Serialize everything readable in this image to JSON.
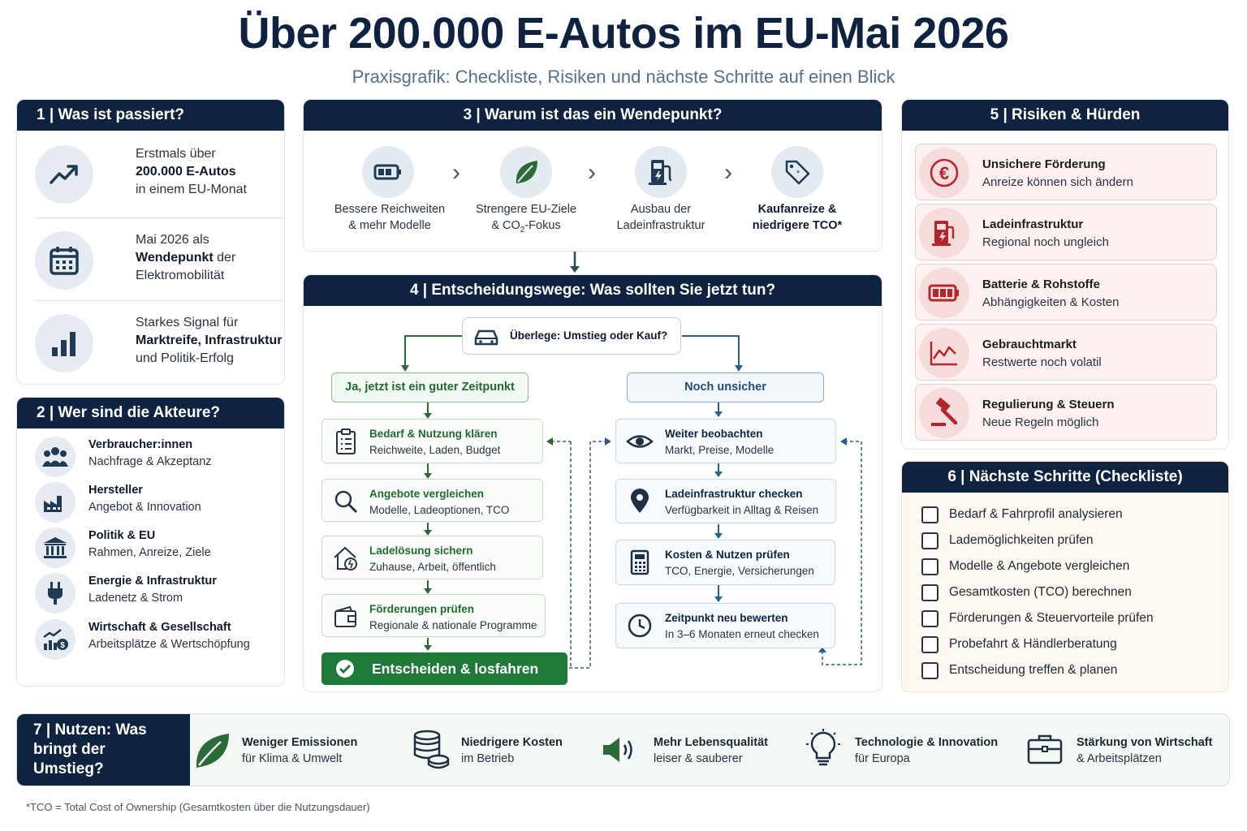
{
  "title": "Über 200.000 E-Autos im EU-Mai 2026",
  "subtitle": "Praxisgrafik: Checkliste, Risiken und nächste Schritte auf einen Blick",
  "colors": {
    "navy": "#0f2340",
    "green": "#1f6b2e",
    "red": "#b3262e",
    "blue": "#2b5f8f"
  },
  "section1": {
    "header": "1 | Was ist passiert?",
    "items": [
      {
        "icon": "trend-up-icon",
        "pre": "Erstmals über",
        "bold": "200.000 E-Autos",
        "post": "in einem EU-Monat"
      },
      {
        "icon": "calendar-icon",
        "pre": "Mai 2026 als",
        "bold": "Wendepunkt",
        "post_inline": " der",
        "post": "Elektromobilität"
      },
      {
        "icon": "bar-chart-icon",
        "pre": "Starkes Signal für",
        "bold": "Marktreife, Infrastruktur",
        "post": "und Politik-Erfolg"
      }
    ]
  },
  "section2": {
    "header": "2 | Wer sind die Akteure?",
    "items": [
      {
        "icon": "people-icon",
        "title": "Verbraucher:innen",
        "sub": "Nachfrage & Akzeptanz"
      },
      {
        "icon": "factory-icon",
        "title": "Hersteller",
        "sub": "Angebot & Innovation"
      },
      {
        "icon": "government-icon",
        "title": "Politik & EU",
        "sub": "Rahmen, Anreize, Ziele"
      },
      {
        "icon": "plug-icon",
        "title": "Energie & Infrastruktur",
        "sub": "Ladenetz & Strom"
      },
      {
        "icon": "economy-icon",
        "title": "Wirtschaft & Gesellschaft",
        "sub": "Arbeitsplätze & Wertschöpfung"
      }
    ]
  },
  "section3": {
    "header": "3 | Warum ist das ein Wendepunkt?",
    "steps": [
      {
        "icon": "battery-icon",
        "line1": "Bessere Reichweiten",
        "line2": "& mehr Modelle"
      },
      {
        "icon": "leaf-icon",
        "line1": "Strengere EU-Ziele",
        "line2a": "& CO",
        "line2sub": "2",
        "line2b": "-Fokus"
      },
      {
        "icon": "charging-station-icon",
        "line1": "Ausbau der",
        "line2": "Ladeinfrastruktur"
      },
      {
        "icon": "price-tag-icon",
        "line1": "Kaufanreize &",
        "line2": "niedrigere TCO*"
      }
    ]
  },
  "section4": {
    "header": "4 | Entscheidungswege: Was sollten Sie jetzt tun?",
    "question": "Überlege: Umstieg oder Kauf?",
    "yes_label": "Ja, jetzt ist ein guter Zeitpunkt",
    "unsure_label": "Noch unsicher",
    "yes_steps": [
      {
        "icon": "clipboard-icon",
        "title": "Bedarf & Nutzung klären",
        "sub": "Reichweite, Laden, Budget"
      },
      {
        "icon": "magnifier-icon",
        "title": "Angebote vergleichen",
        "sub": "Modelle, Ladeoptionen, TCO"
      },
      {
        "icon": "home-charging-icon",
        "title": "Ladelösung sichern",
        "sub": "Zuhause, Arbeit, öffentlich"
      },
      {
        "icon": "wallet-icon",
        "title": "Förderungen prüfen",
        "sub": "Regionale & nationale Programme"
      }
    ],
    "final": "Entscheiden & losfahren",
    "unsure_steps": [
      {
        "icon": "eye-icon",
        "title": "Weiter beobachten",
        "sub": "Markt, Preise, Modelle"
      },
      {
        "icon": "location-pin-icon",
        "title": "Ladeinfrastruktur checken",
        "sub": "Verfügbarkeit in Alltag & Reisen"
      },
      {
        "icon": "calculator-icon",
        "title": "Kosten & Nutzen prüfen",
        "sub": "TCO, Energie, Versicherungen"
      },
      {
        "icon": "clock-icon",
        "title": "Zeitpunkt neu bewerten",
        "sub": "In 3–6 Monaten erneut checken"
      }
    ]
  },
  "section5": {
    "header": "5 | Risiken & Hürden",
    "items": [
      {
        "icon": "euro-icon",
        "title": "Unsichere Förderung",
        "sub": "Anreize können sich ändern"
      },
      {
        "icon": "fuel-pump-icon",
        "title": "Ladeinfrastruktur",
        "sub": "Regional noch ungleich"
      },
      {
        "icon": "battery-icon",
        "title": "Batterie & Rohstoffe",
        "sub": "Abhängigkeiten & Kosten"
      },
      {
        "icon": "line-chart-icon",
        "title": "Gebrauchtmarkt",
        "sub": "Restwerte noch volatil"
      },
      {
        "icon": "gavel-icon",
        "title": "Regulierung & Steuern",
        "sub": "Neue Regeln möglich"
      }
    ]
  },
  "section6": {
    "header": "6 | Nächste Schritte (Checkliste)",
    "items": [
      "Bedarf & Fahrprofil analysieren",
      "Lademöglichkeiten prüfen",
      "Modelle & Angebote vergleichen",
      "Gesamtkosten (TCO) berechnen",
      "Förderungen & Steuervorteile prüfen",
      "Probefahrt & Händlerberatung",
      "Entscheidung treffen & planen"
    ]
  },
  "section7": {
    "header": "7 | Nutzen: Was bringt der Umstieg?",
    "items": [
      {
        "icon": "leaf-icon",
        "title": "Weniger Emissionen",
        "sub": "für Klima & Umwelt"
      },
      {
        "icon": "coins-icon",
        "title": "Niedrigere Kosten",
        "sub": "im Betrieb"
      },
      {
        "icon": "speaker-icon",
        "title": "Mehr Lebensqualität",
        "sub": "leiser & sauberer"
      },
      {
        "icon": "lightbulb-icon",
        "title": "Technologie & Innovation",
        "sub": "für Europa"
      },
      {
        "icon": "briefcase-icon",
        "title": "Stärkung von Wirtschaft",
        "sub": "& Arbeitsplätzen"
      }
    ]
  },
  "footnote": "*TCO = Total Cost of Ownership (Gesamtkosten über die Nutzungsdauer)"
}
